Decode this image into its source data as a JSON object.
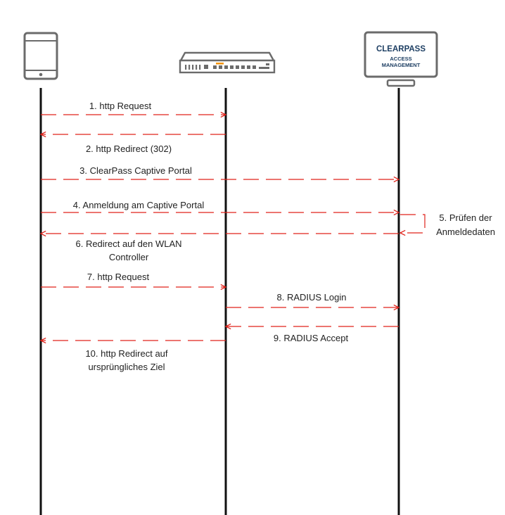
{
  "colors": {
    "arrow": "#e0231b",
    "lifeline": "#111111",
    "icon": "#6b6b6b",
    "logo_text": "#1e3f63",
    "router_accent": "#f39200"
  },
  "participants": {
    "client": {
      "icon": "tablet-icon"
    },
    "controller": {
      "icon": "wlan-controller-icon"
    },
    "clearpass": {
      "icon": "monitor-icon",
      "logo_title": "CLEARPASS",
      "logo_line1": "ACCESS",
      "logo_line2": "MANAGEMENT"
    }
  },
  "messages": [
    {
      "from": "client",
      "to": "controller",
      "lines": [
        "1. http Request"
      ]
    },
    {
      "from": "controller",
      "to": "client",
      "lines": [
        "2. http Redirect (302)"
      ]
    },
    {
      "from": "client",
      "to": "clearpass",
      "lines": [
        "3. ClearPass Captive Portal"
      ]
    },
    {
      "from": "client",
      "to": "clearpass",
      "lines": [
        "4. Anmeldung am Captive Portal"
      ]
    },
    {
      "from": "clearpass",
      "to": "clearpass",
      "lines": [
        "5. Prüfen der",
        "Anmeldedaten"
      ]
    },
    {
      "from": "clearpass",
      "to": "client",
      "lines": [
        "6. Redirect auf den WLAN",
        "Controller"
      ]
    },
    {
      "from": "client",
      "to": "controller",
      "lines": [
        "7. http Request"
      ]
    },
    {
      "from": "controller",
      "to": "clearpass",
      "lines": [
        "8. RADIUS Login"
      ]
    },
    {
      "from": "clearpass",
      "to": "controller",
      "lines": [
        "9. RADIUS Accept"
      ]
    },
    {
      "from": "controller",
      "to": "client",
      "lines": [
        "10. http Redirect auf",
        "ursprüngliches Ziel"
      ]
    }
  ]
}
